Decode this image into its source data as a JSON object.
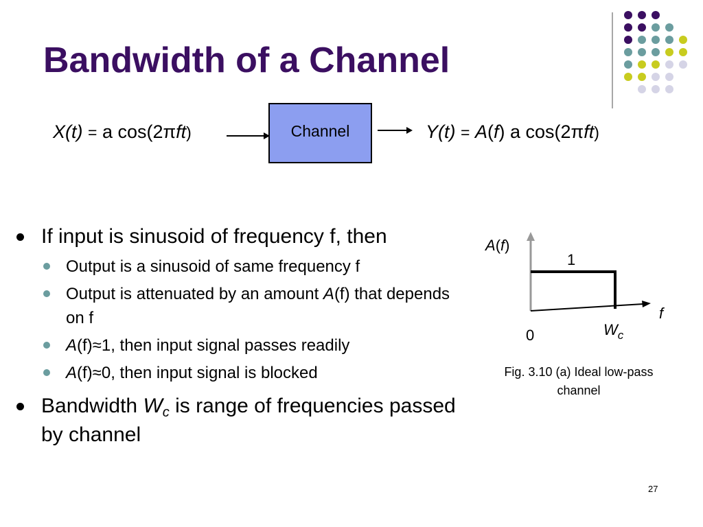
{
  "slide": {
    "title": "Bandwidth of a Channel",
    "page_number": "27"
  },
  "equation_input": {
    "lhs_var": "X(t)",
    "equals": "=",
    "text_a": "a cos(2",
    "pi": "π",
    "ft": "ft",
    "close": ")"
  },
  "channel": {
    "label": "Channel"
  },
  "equation_output": {
    "lhs_var": "Y(t)",
    "equals": "=",
    "A": "A",
    "open_paren": "(",
    "f": "f",
    "close_paren": ")",
    "text_a": " a cos(2",
    "pi": "π",
    "ft": "ft",
    "close": ")"
  },
  "bullets": {
    "b1_text": "If input is sinusoid of frequency f, then",
    "sub1": "Output is a sinusoid of same frequency f",
    "sub2_pre": "Output is attenuated by an amount ",
    "sub2_A": "A",
    "sub2_post": "(f) that depends on f",
    "sub3_A": "A",
    "sub3_post": "(f)≈1, then input signal passes readily",
    "sub4_A": "A",
    "sub4_post": "(f)≈0, then input signal is blocked",
    "b2_pre": "Bandwidth ",
    "b2_W": "W",
    "b2_sub": "c",
    "b2_post": " is range of frequencies passed by channel"
  },
  "graph": {
    "y_label_A": "A",
    "y_label_open": "(",
    "y_label_f": "f",
    "y_label_close": ")",
    "level_label": "1",
    "origin_label": "0",
    "cutoff_W": "W",
    "cutoff_sub": "c",
    "x_label": "f",
    "caption": "Fig. 3.10 (a) Ideal low-pass channel"
  },
  "colors": {
    "title": "#3b0f61",
    "channel_fill": "#8c9ef0",
    "dot_purple": "#3b0f61",
    "dot_teal": "#6b9d9f",
    "dot_yellow": "#c8cc1f",
    "dot_lavender": "#d5d4e6",
    "sub_bullet": "#6b9d9f"
  }
}
